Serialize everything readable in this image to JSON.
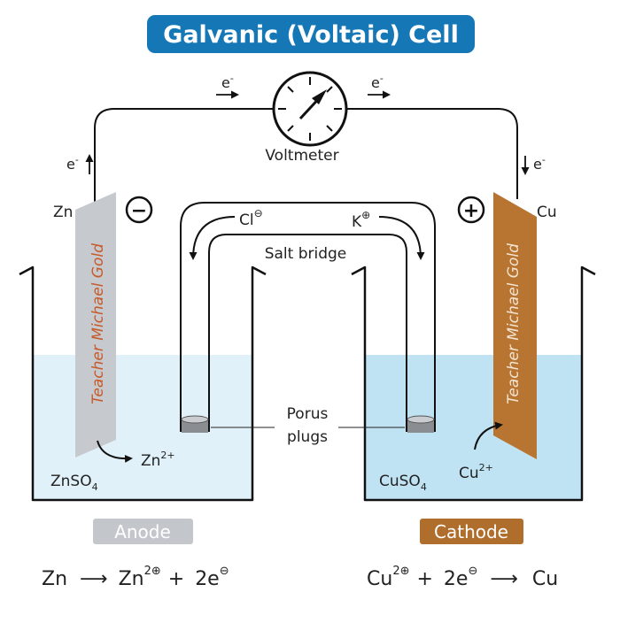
{
  "title": "Galvanic (Voltaic) Cell",
  "voltmeter": {
    "label": "Voltmeter"
  },
  "electron": {
    "symbol": "e",
    "charge": "-"
  },
  "anode": {
    "metal": "Zn",
    "sign": "−",
    "solution_main": "ZnSO",
    "solution_sub": "4",
    "ion_main": "Zn",
    "ion_charge": "2+",
    "label": "Anode",
    "label_color": "#c3c7cc"
  },
  "cathode": {
    "metal": "Cu",
    "sign": "+",
    "solution_main": "CuSO",
    "solution_sub": "4",
    "ion_main": "Cu",
    "ion_charge": "2+",
    "label": "Cathode",
    "label_color": "#b06e2c"
  },
  "salt_bridge": {
    "label": "Salt bridge",
    "anion_main": "Cl",
    "anion_charge": "⊖",
    "cation_main": "K",
    "cation_charge": "⊕"
  },
  "plugs": {
    "line1": "Porus",
    "line2": "plugs"
  },
  "watermark": "Teacher Michael Gold",
  "equations": {
    "anode": {
      "reactant": "Zn",
      "arrow": "⟶",
      "product_main": "Zn",
      "product_charge": "2⊕",
      "plus": "+",
      "electrons_main": "2e",
      "electrons_charge": "⊖"
    },
    "cathode": {
      "reactant_main": "Cu",
      "reactant_charge": "2⊕",
      "plus": "+",
      "electrons_main": "2e",
      "electrons_charge": "⊖",
      "arrow": "⟶",
      "product": "Cu"
    }
  },
  "colors": {
    "title_bg": "#1577b6",
    "solution_left": "#e1f1fa",
    "solution_right": "#c0e3f4",
    "zinc": "#c6c9cd",
    "copper": "#b87431",
    "watermark_on_zinc": "#c65a2a",
    "watermark_on_copper": "#f3e4d2"
  }
}
